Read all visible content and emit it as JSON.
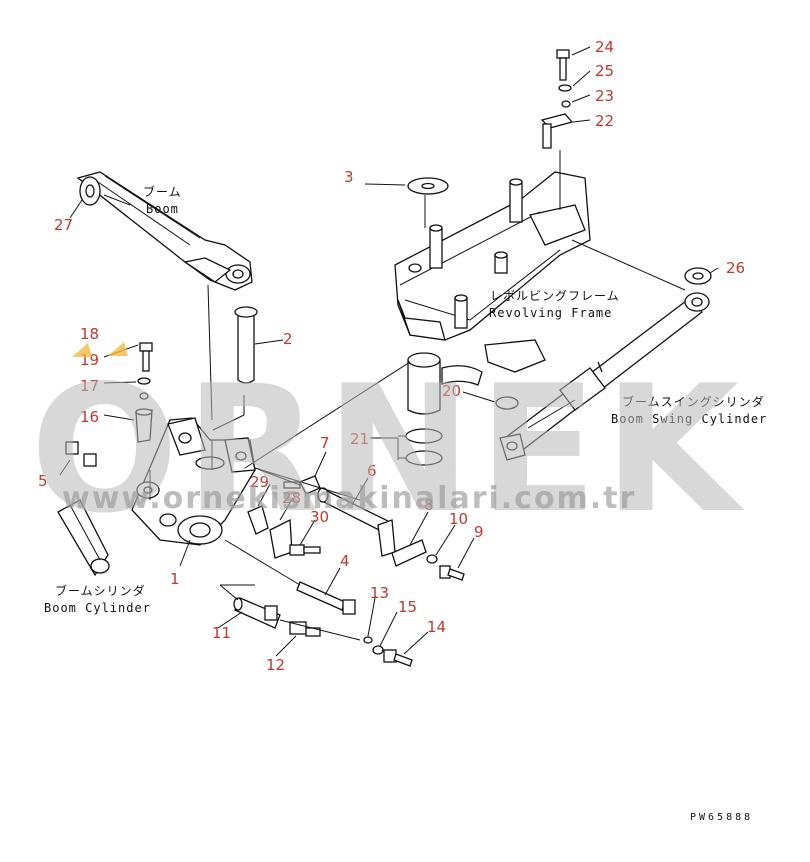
{
  "labels": {
    "boom_jp": "ブーム",
    "boom_en": "Boom",
    "frame_jp": "レボルビングフレーム",
    "frame_en": "Revolving Frame",
    "swing_jp": "ブームスイングシリンダ",
    "swing_en": "Boom Swing Cylinder",
    "cyl_jp": "ブームシリンダ",
    "cyl_en": "Boom Cylinder"
  },
  "part_numbers": [
    "1",
    "2",
    "3",
    "4",
    "5",
    "6",
    "7",
    "8",
    "9",
    "10",
    "11",
    "12",
    "13",
    "14",
    "15",
    "16",
    "17",
    "18",
    "19",
    "20",
    "21",
    "22",
    "23",
    "24",
    "25",
    "26",
    "27",
    "28",
    "29",
    "30"
  ],
  "watermark": {
    "brand": "ORNEK",
    "url": "www.ornekismakinalari.com.tr"
  },
  "drawing_code": "PW65888",
  "colors": {
    "callout": "#c0392b",
    "line": "#111111",
    "watermark": "#b9b9b9"
  }
}
